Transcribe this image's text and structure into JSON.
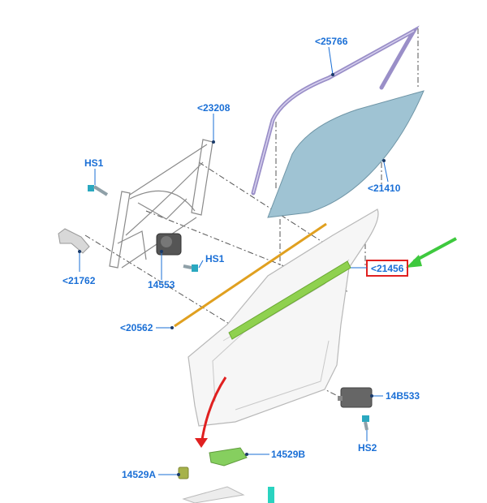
{
  "labels": {
    "glass_run": "<25766",
    "regulator": "<23208",
    "bolt_hs1_top": "HS1",
    "glass": "<21410",
    "bracket": "<21762",
    "motor": "14553",
    "bolt_hs1_motor": "HS1",
    "belt_outer": "<21456",
    "belt_inner": "<20562",
    "module": "14B533",
    "bolt_hs2": "HS2",
    "switch_main": "14529B",
    "switch_small": "14529A"
  },
  "colors": {
    "label": "#1a6fd6",
    "highlight_box": "#e02020",
    "highlight_arrow": "#3ec93e",
    "red_arrow": "#e02020",
    "glass_fill": "#9fc3d3",
    "belt_outer_fill": "#8fd14f",
    "belt_inner_stroke": "#e0a020",
    "switch_fill": "#86cf5f"
  }
}
